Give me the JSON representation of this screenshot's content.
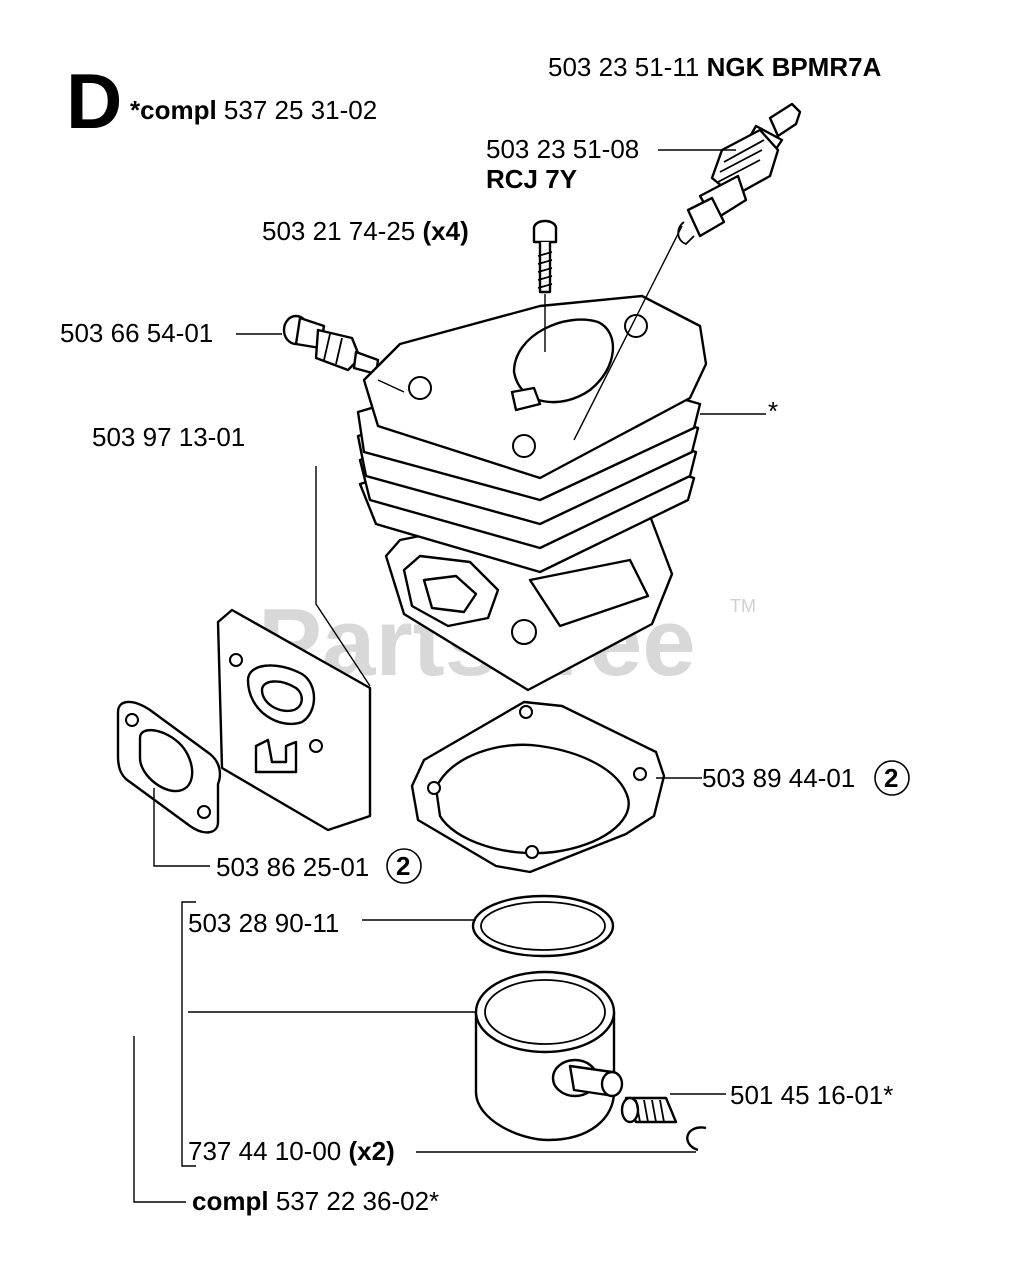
{
  "section": {
    "letter": "D",
    "compl_prefix": "*compl",
    "compl_number": "537 25 31-02"
  },
  "labels": {
    "spark_plug_ngk_number": "503 23 51-11",
    "spark_plug_ngk_name": "NGK BPMR7A",
    "spark_plug_rcj_number": "503 23 51-08",
    "spark_plug_rcj_name": "RCJ 7Y",
    "screw_number": "503 21 74-25",
    "screw_qty": "(x4)",
    "decompression_valve_number": "503 66 54-01",
    "cylinder_asterisk": "*",
    "exhaust_plate_number": "503 97 13-01",
    "cylinder_gasket_number": "503 89 44-01",
    "cylinder_gasket_qty": "2",
    "exhaust_gasket_number": "503 86 25-01",
    "exhaust_gasket_qty": "2",
    "piston_ring_number": "503 28 90-11",
    "needle_bearing_number": "501 45 16-01*",
    "circlip_number": "737 44 10-00",
    "circlip_qty": "(x2)",
    "piston_compl_prefix": "compl",
    "piston_compl_number": "537 22 36-02*"
  },
  "watermark": {
    "text": "PartsTree",
    "tm": "TM"
  }
}
